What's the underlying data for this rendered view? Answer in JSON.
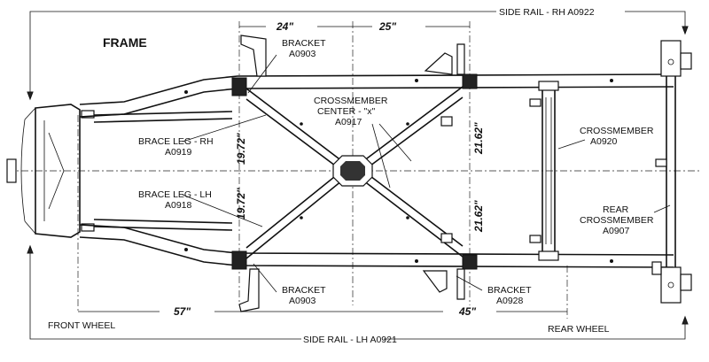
{
  "title": "FRAME",
  "labels": {
    "side_rail_rh": "SIDE RAIL - RH  A0922",
    "side_rail_lh": "SIDE RAIL - LH  A0921",
    "bracket_top_1": "BRACKET",
    "bracket_top_2": "A0903",
    "bracket_bottom_1": "BRACKET",
    "bracket_bottom_2": "A0903",
    "bracket_rear_1": "BRACKET",
    "bracket_rear_2": "A0928",
    "crossmember_center_1": "CROSSMEMBER",
    "crossmember_center_2": "CENTER - \"x\"",
    "crossmember_center_3": "A0917",
    "crossmember_1": "CROSSMEMBER",
    "crossmember_2": "A0920",
    "rear_crossmember_1": "REAR",
    "rear_crossmember_2": "CROSSMEMBER",
    "rear_crossmember_3": "A0907",
    "brace_leg_rh_1": "BRACE LEG - RH",
    "brace_leg_rh_2": "A0919",
    "brace_leg_lh_1": "BRACE LEG - LH",
    "brace_leg_lh_2": "A0918",
    "front_wheel": "FRONT WHEEL",
    "rear_wheel": "REAR WHEEL"
  },
  "dimensions": {
    "top_left": "24\"",
    "top_right": "25\"",
    "left_upper": "19.72\"",
    "left_lower": "19.72\"",
    "right_upper": "21.62\"",
    "right_lower": "21.62\"",
    "bottom_left": "57\"",
    "bottom_right": "45\""
  }
}
